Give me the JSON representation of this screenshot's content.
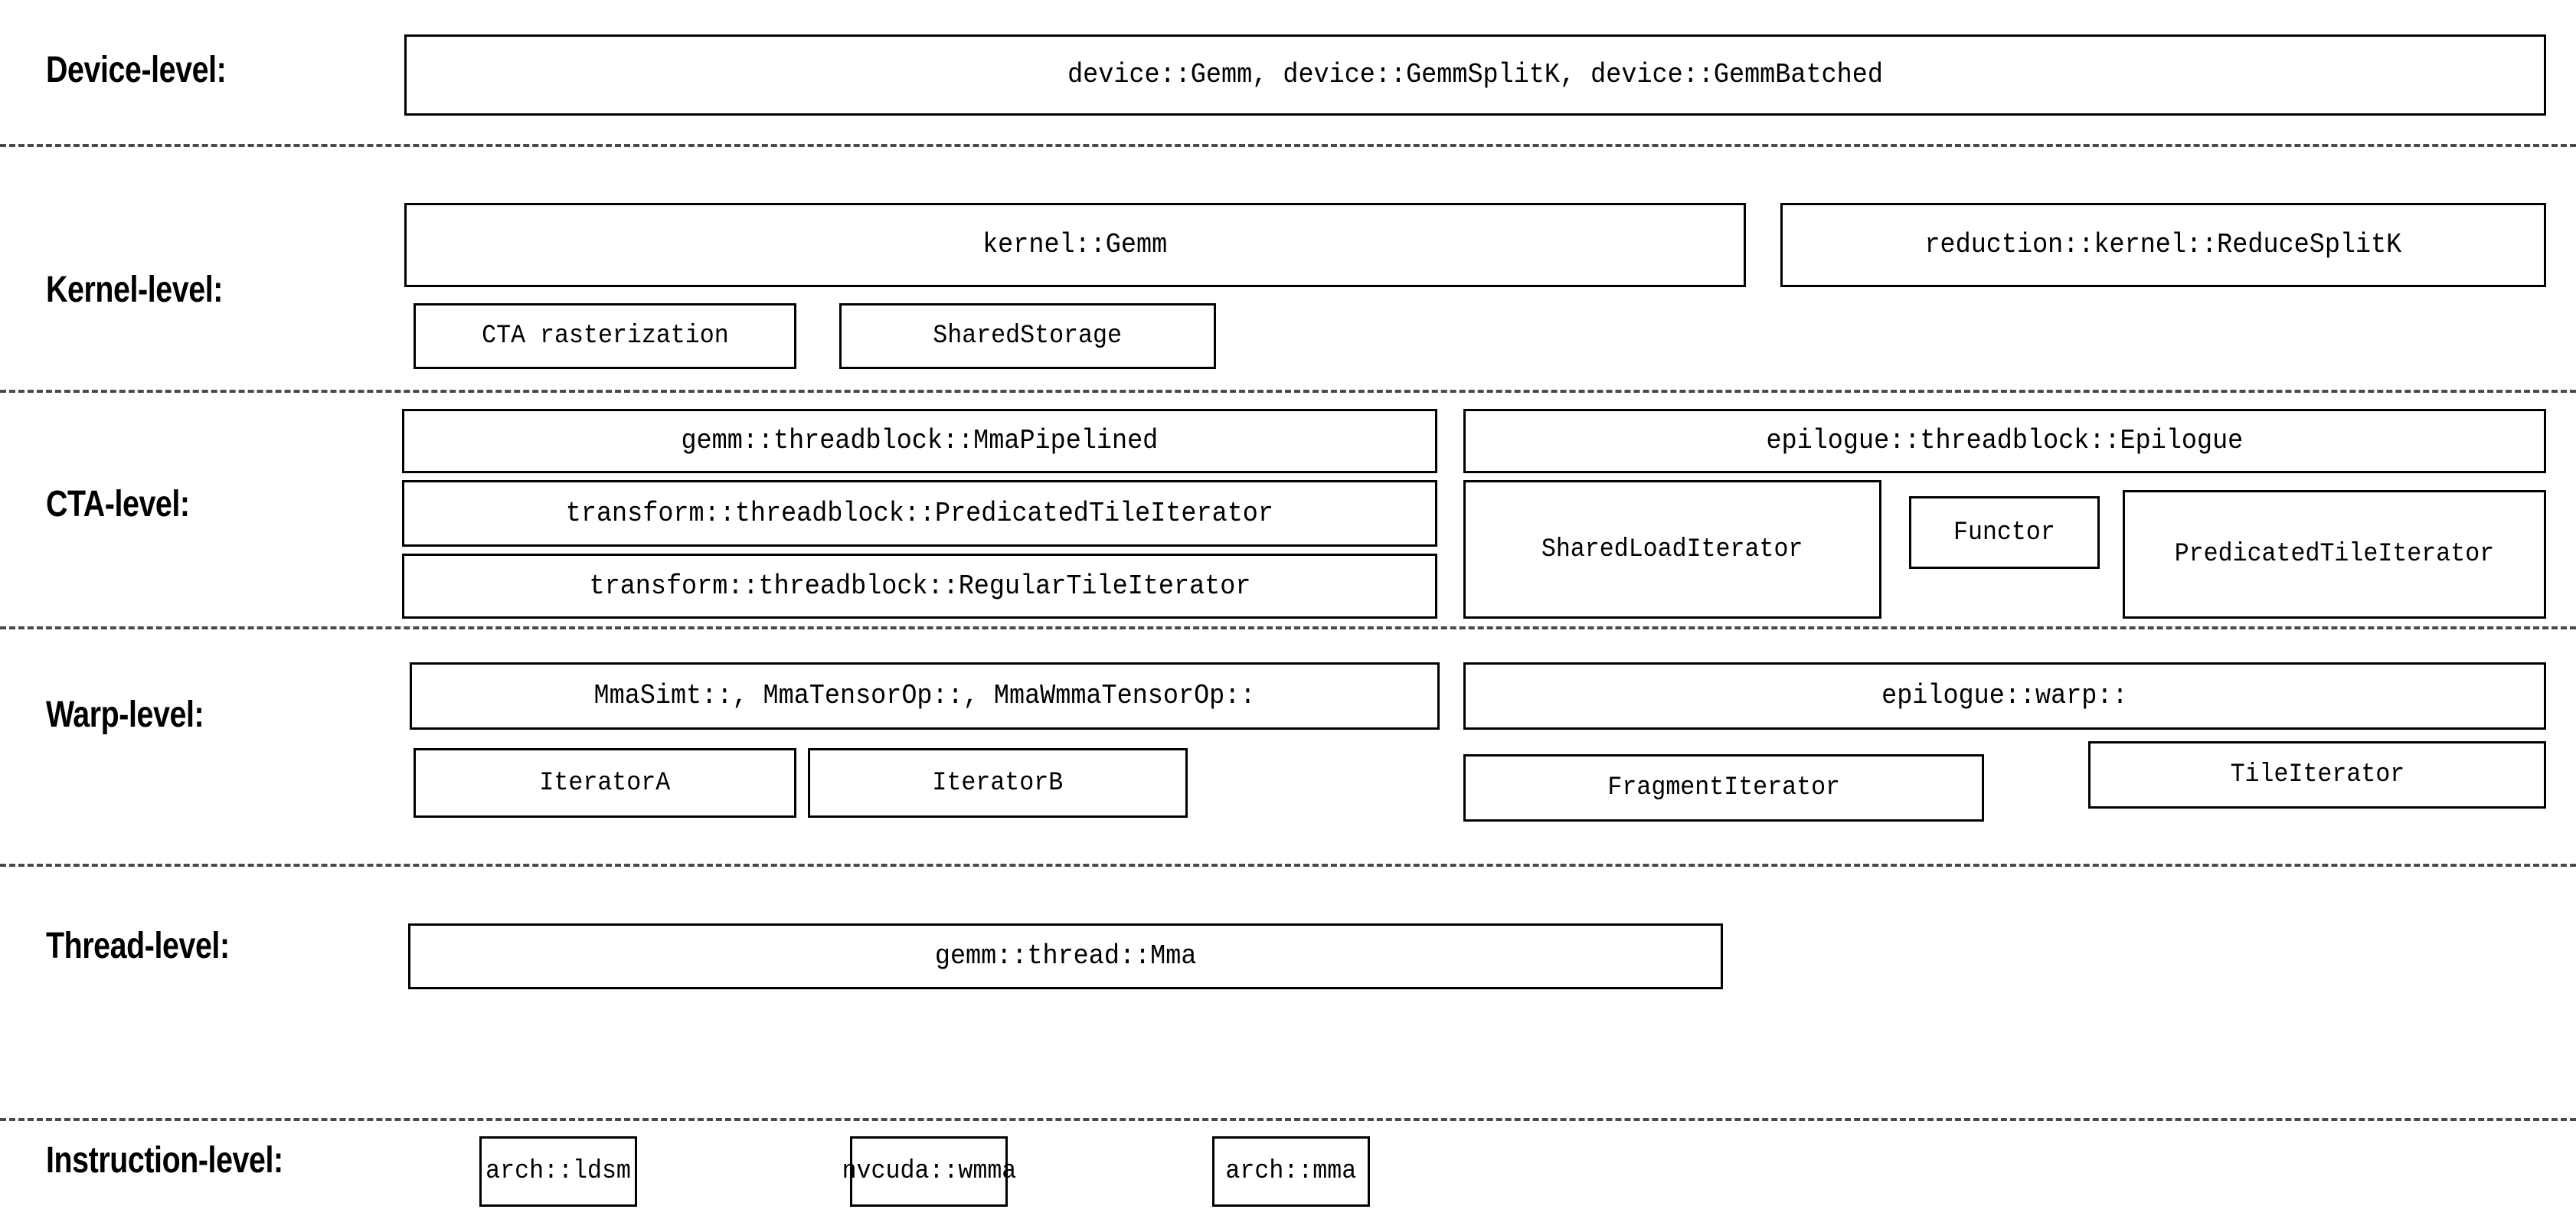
{
  "diagram": {
    "title": "CUTLASS GEMM hierarchy levels",
    "background": "#ffffff",
    "line_color": "#000000",
    "divider_color": "#4a4a4a"
  },
  "levels": [
    {
      "label": "Device-level:",
      "boxes": [
        {
          "text": "device::Gemm, device::GemmSplitK, device::GemmBatched"
        }
      ]
    },
    {
      "label": "Kernel-level:",
      "boxes": [
        {
          "text": "kernel::Gemm"
        },
        {
          "text": "reduction::kernel::ReduceSplitK"
        },
        {
          "text": "CTA rasterization"
        },
        {
          "text": "SharedStorage"
        }
      ]
    },
    {
      "label": "CTA-level:",
      "boxes": [
        {
          "text": "gemm::threadblock::MmaPipelined"
        },
        {
          "text": "epilogue::threadblock::Epilogue"
        },
        {
          "text": "transform::threadblock::PredicatedTileIterator"
        },
        {
          "text": "SharedLoadIterator"
        },
        {
          "text": "Functor"
        },
        {
          "text": "PredicatedTileIterator"
        },
        {
          "text": "transform::threadblock::RegularTileIterator"
        }
      ]
    },
    {
      "label": "Warp-level:",
      "boxes": [
        {
          "text": "MmaSimt::, MmaTensorOp::, MmaWmmaTensorOp::"
        },
        {
          "text": "epilogue::warp::"
        },
        {
          "text": "IteratorA"
        },
        {
          "text": "IteratorB"
        },
        {
          "text": "FragmentIterator"
        },
        {
          "text": "TileIterator"
        }
      ]
    },
    {
      "label": "Thread-level:",
      "boxes": [
        {
          "text": "gemm::thread::Mma"
        }
      ]
    },
    {
      "label": "Instruction-level:",
      "boxes": [
        {
          "text": "arch::ldsm"
        },
        {
          "text": "nvcuda::wmma"
        },
        {
          "text": "arch::mma"
        }
      ]
    }
  ]
}
